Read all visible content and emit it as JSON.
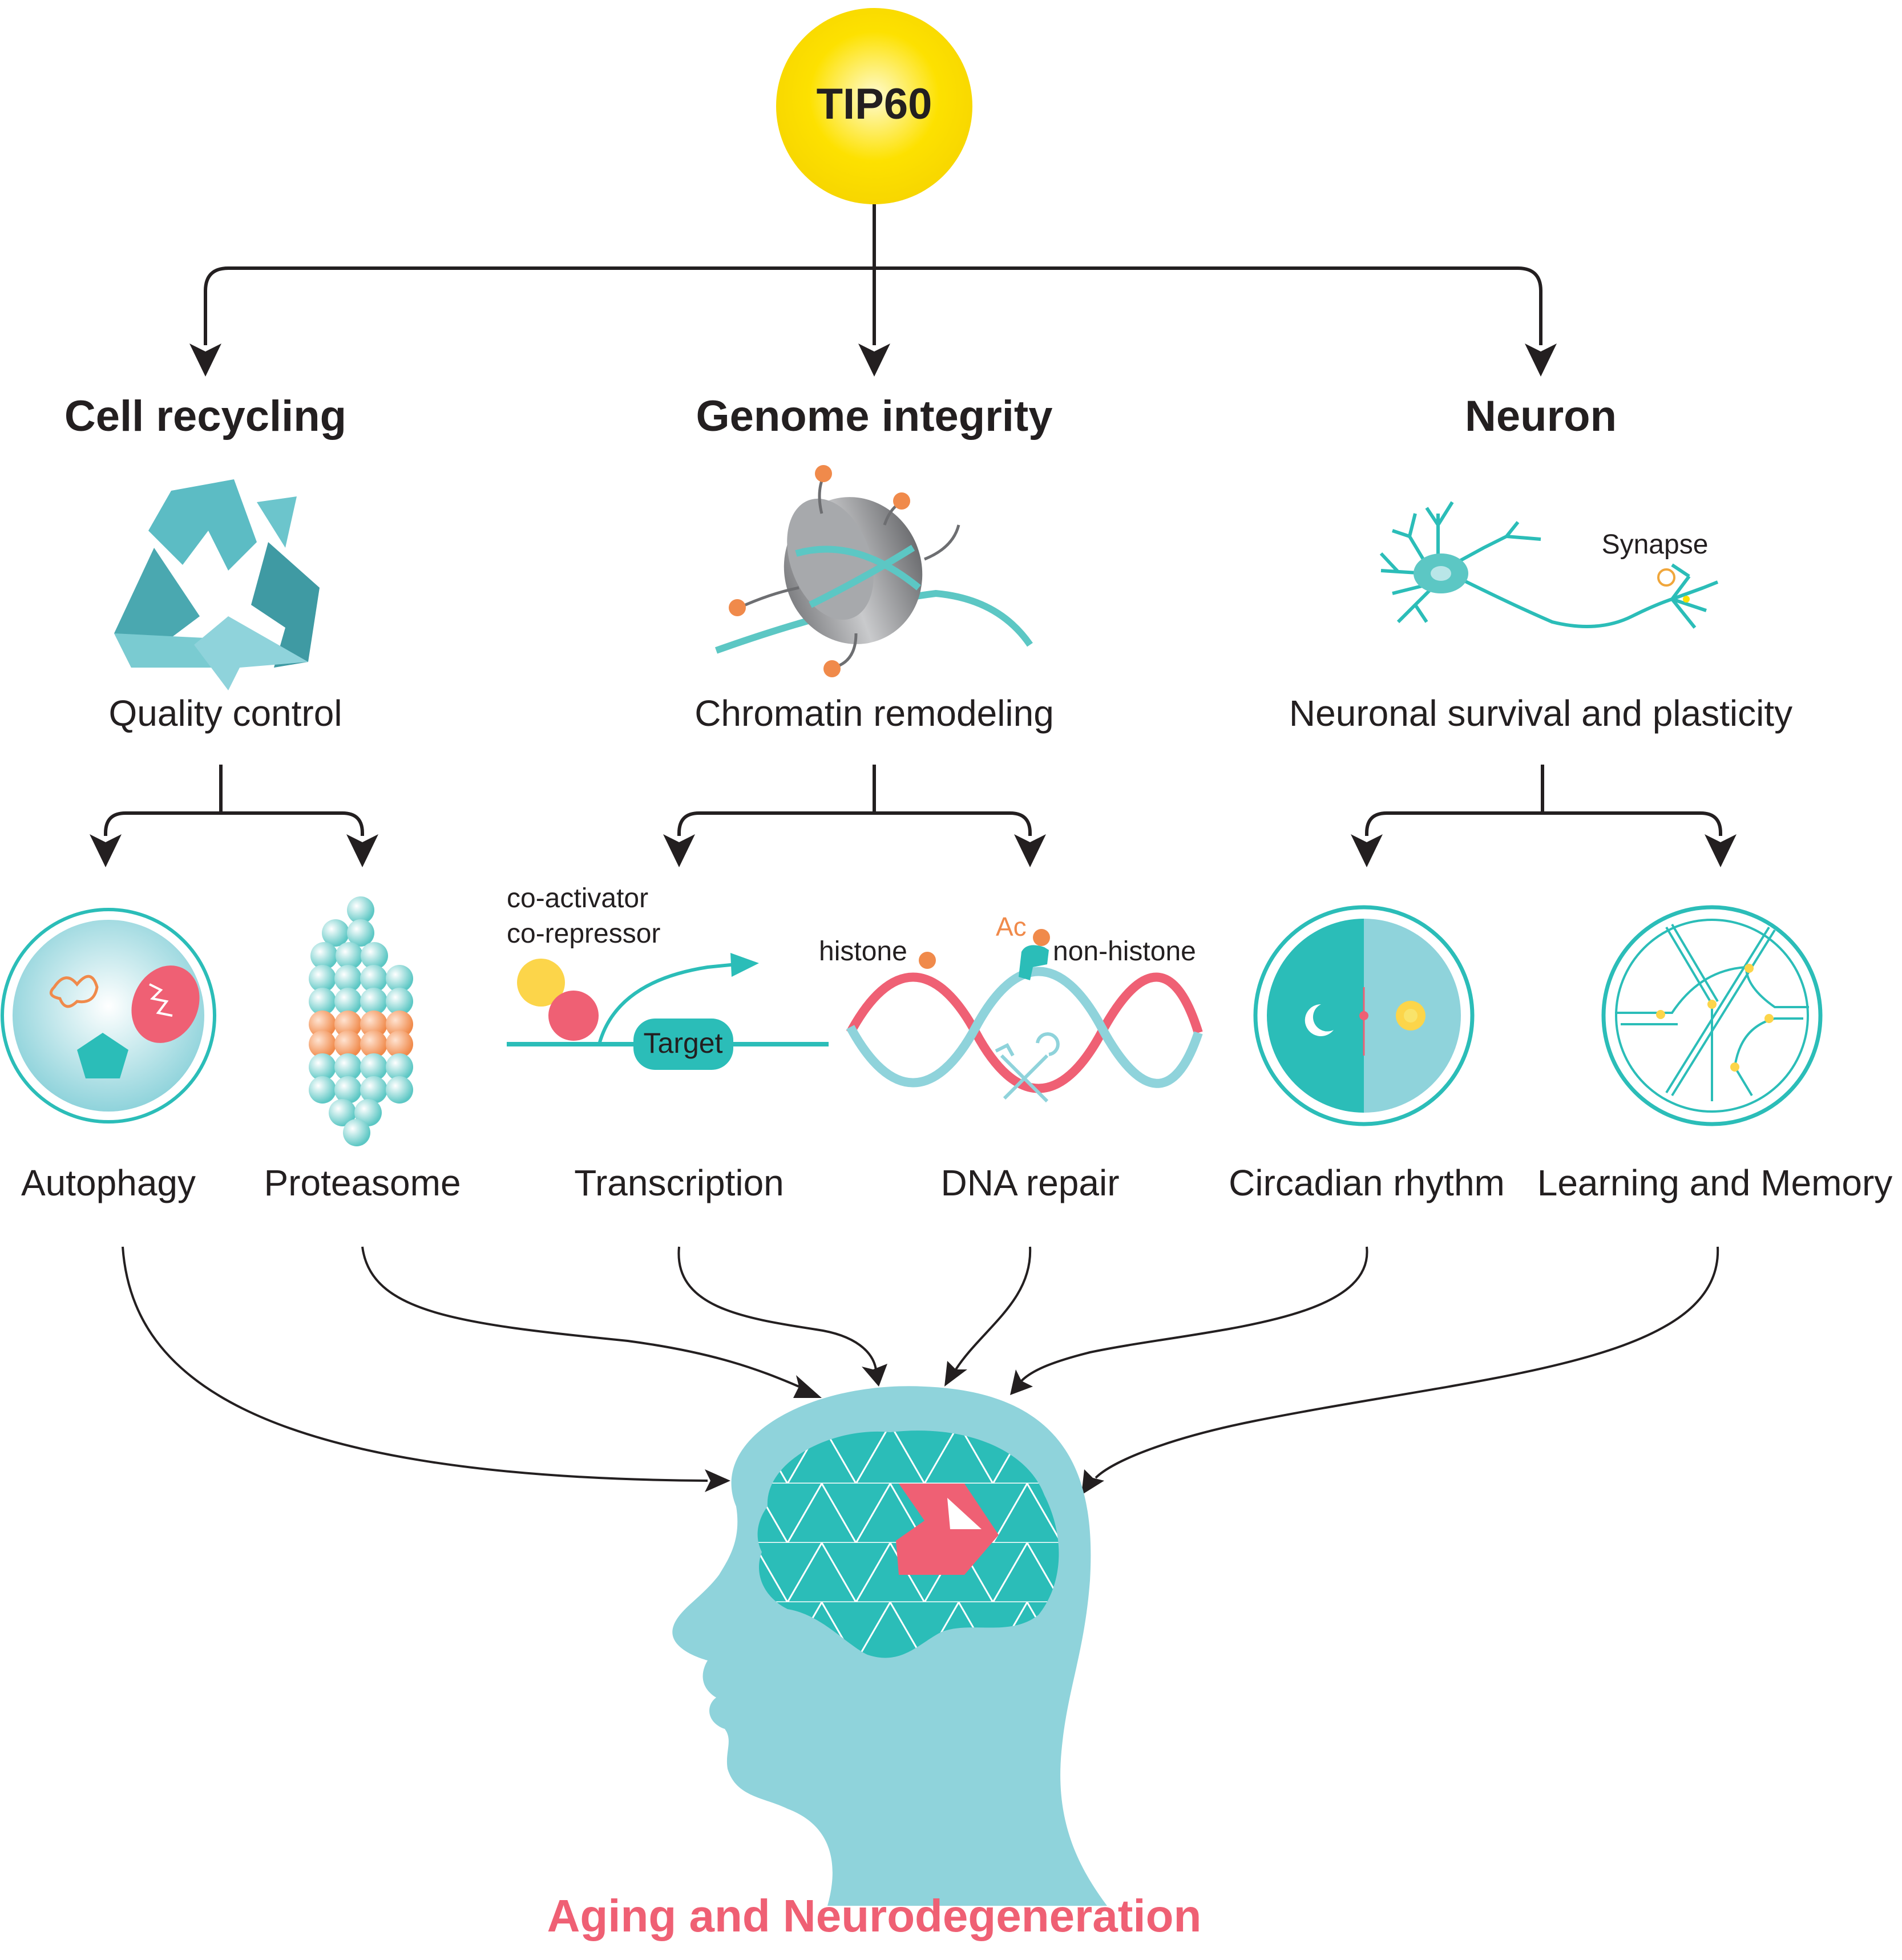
{
  "root": {
    "label": "TIP60"
  },
  "categories": {
    "cell_recycling": {
      "title": "Cell recycling",
      "process": "Quality control"
    },
    "genome_integrity": {
      "title": "Genome integrity",
      "process": "Chromatin remodeling"
    },
    "neuron": {
      "title": "Neuron",
      "process": "Neuronal survival and plasticity",
      "synapse_label": "Synapse"
    }
  },
  "outcomes": {
    "autophagy": "Autophagy",
    "proteasome": "Proteasome",
    "transcription": "Transcription",
    "dna_repair": "DNA repair",
    "circadian": "Circadian rhythm",
    "learning": "Learning and Memory"
  },
  "transcription_detail": {
    "coactivator": "co-activator",
    "corepressor": "co-repressor",
    "target": "Target"
  },
  "dna_repair_detail": {
    "histone": "histone",
    "ac": "Ac",
    "non_histone": "non-histone"
  },
  "result": {
    "label": "Aging and Neurodegeneration"
  },
  "colors": {
    "teal": "#2bbdb8",
    "light_teal": "#8fd3db",
    "yellow": "#fde100",
    "pink": "#ef6074",
    "orange": "#f08a4b",
    "dark": "#231f20"
  },
  "icons": [
    "recycle-icon",
    "nucleosome-icon",
    "neuron-icon",
    "autophagy-cell-icon",
    "proteasome-icon",
    "dna-helix-icon",
    "repair-tools-icon",
    "circadian-icon",
    "memory-circuit-icon",
    "head-brain-icon"
  ]
}
